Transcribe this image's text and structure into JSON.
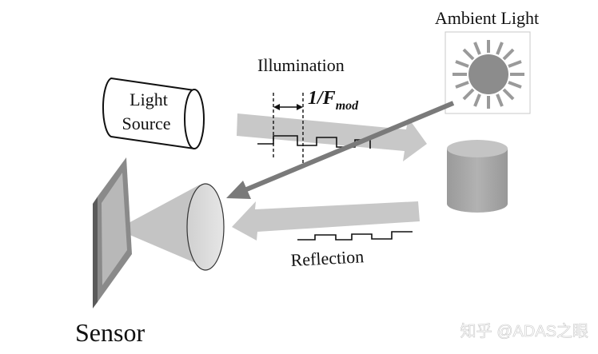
{
  "labels": {
    "ambient_light": "Ambient Light",
    "illumination": "Illumination",
    "light_source_line1": "Light",
    "light_source_line2": "Source",
    "modulation_prefix": "1/F",
    "modulation_subscript": "mod",
    "reflection": "Reflection",
    "sensor": "Sensor",
    "watermark": "知乎 @ADAS之眼"
  },
  "colors": {
    "beam": "#c8c8c8",
    "ambient_ray": "#7a7a7a",
    "sun": "#8c8c8c",
    "object": "#a5a5a5",
    "sensor_frame": "#8a8a8a",
    "sensor_face": "#b8b8b8"
  }
}
